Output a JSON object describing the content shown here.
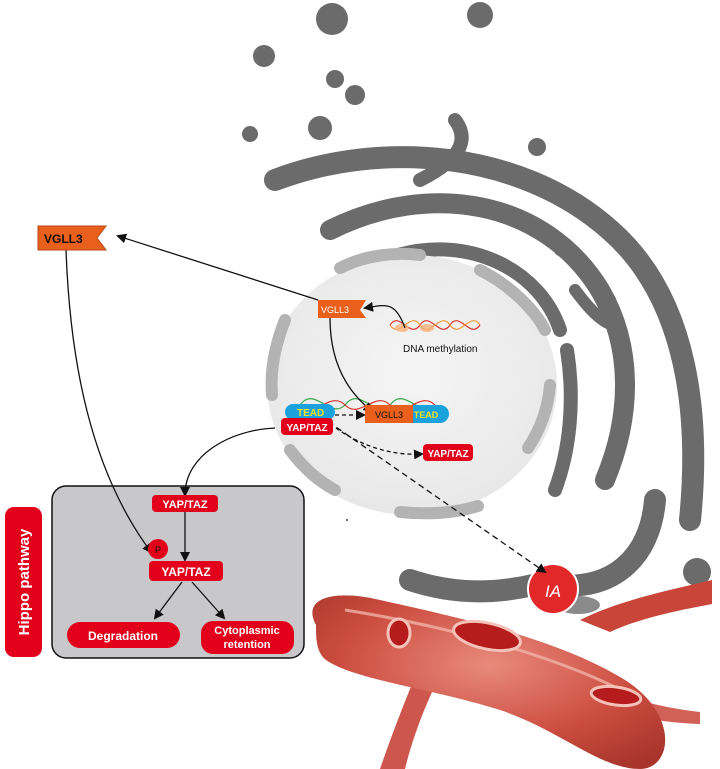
{
  "labels": {
    "vgll3_outer": "VGLL3",
    "vgll3_nuclear": "VGLL3",
    "dna_methylation": "DNA methylation",
    "tead_left": "TEAD",
    "vgll3_complex": "VGLL3",
    "tead_complex": "TEAD",
    "yap_taz_nuclear": "YAP/TAZ",
    "yap_taz_right": "YAP/TAZ",
    "yap_taz_hippo_top": "YAP/TAZ",
    "phospho": "P",
    "yap_taz_hippo_mid": "YAP/TAZ",
    "degradation": "Degradation",
    "cytoplasmic_line1": "Cytoplasmic",
    "cytoplasmic_line2": "retention",
    "hippo_pathway": "Hippo pathway",
    "ia": "IA"
  },
  "colors": {
    "orange": "#e8601c",
    "red": "#e2001a",
    "blue": "#1ba1dc",
    "yellow": "#f6e51c",
    "gray_er": "#6b6b6b",
    "nucleus": "#efefef",
    "hippo_box": "#c8c8ca",
    "vessel": "#c9453a"
  }
}
